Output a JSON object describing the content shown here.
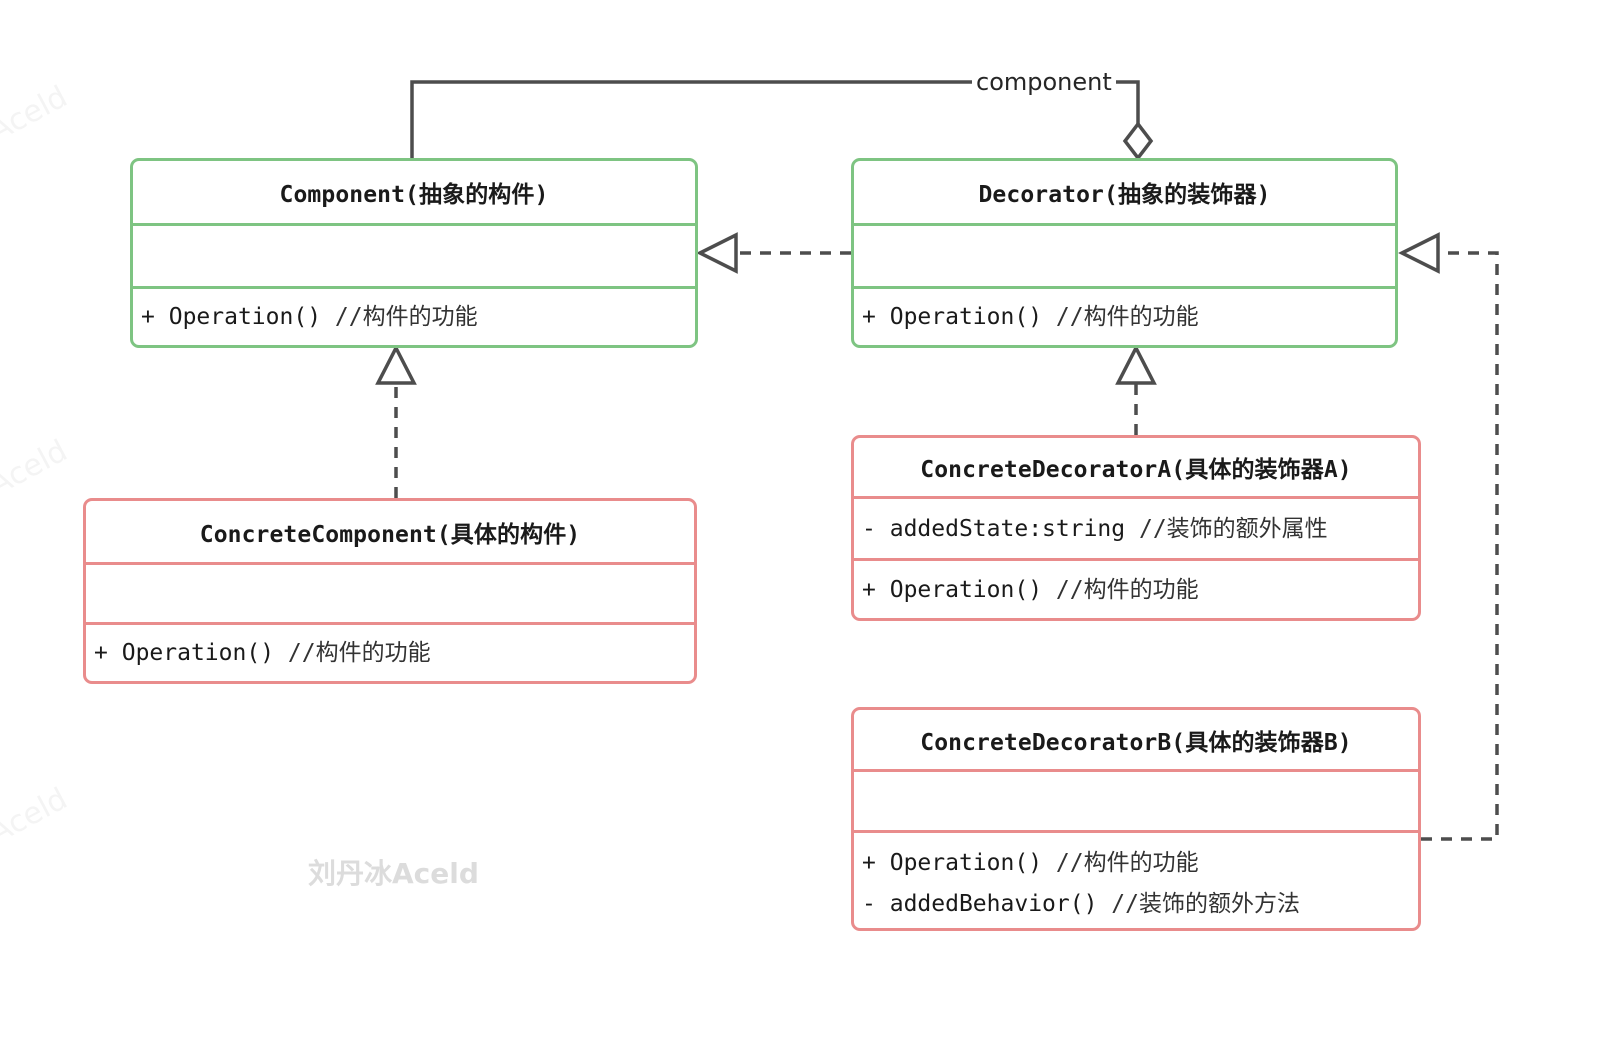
{
  "diagram": {
    "title": "Decorator Pattern Class Diagram",
    "colors": {
      "abstract_border": "#7EC482",
      "concrete_border": "#E98C8C",
      "edge": "#4d4d4d",
      "text": "#1a1a1a",
      "watermark": "#dcdcdc",
      "background": "#ffffff"
    },
    "classes": [
      {
        "id": "component",
        "name": "Component(抽象的构件)",
        "kind": "abstract",
        "color": "#7EC482",
        "attributes": [],
        "methods": [
          {
            "visibility": "+",
            "signature": "Operation()",
            "comment": "//构件的功能"
          }
        ]
      },
      {
        "id": "decorator",
        "name": "Decorator(抽象的装饰器)",
        "kind": "abstract",
        "color": "#7EC482",
        "attributes": [],
        "methods": [
          {
            "visibility": "+",
            "signature": "Operation()",
            "comment": "//构件的功能"
          }
        ]
      },
      {
        "id": "concrete-component",
        "name": "ConcreteComponent(具体的构件)",
        "kind": "concrete",
        "color": "#E98C8C",
        "attributes": [],
        "methods": [
          {
            "visibility": "+",
            "signature": "Operation()",
            "comment": "//构件的功能"
          }
        ]
      },
      {
        "id": "concrete-decorator-a",
        "name": "ConcreteDecoratorA(具体的装饰器A)",
        "kind": "concrete",
        "color": "#E98C8C",
        "attributes": [
          {
            "visibility": "-",
            "signature": "addedState:string",
            "comment": "//装饰的额外属性"
          }
        ],
        "methods": [
          {
            "visibility": "+",
            "signature": "Operation()",
            "comment": "//构件的功能"
          }
        ]
      },
      {
        "id": "concrete-decorator-b",
        "name": "ConcreteDecoratorB(具体的装饰器B)",
        "kind": "concrete",
        "color": "#E98C8C",
        "attributes": [],
        "methods": [
          {
            "visibility": "+",
            "signature": "Operation()",
            "comment": "//构件的功能"
          },
          {
            "visibility": "-",
            "signature": "addedBehavior()",
            "comment": "//装饰的额外方法"
          }
        ]
      }
    ],
    "relations": [
      {
        "id": "aggregation-decorator-component",
        "type": "aggregation",
        "from": "decorator",
        "to": "component",
        "label": "component",
        "style": "solid",
        "end_marker": "hollow-diamond"
      },
      {
        "id": "realization-decorator-component",
        "type": "realization",
        "from": "decorator",
        "to": "component",
        "label": "",
        "style": "dashed",
        "end_marker": "hollow-triangle"
      },
      {
        "id": "realization-concretecomponent-component",
        "type": "realization",
        "from": "concrete-component",
        "to": "component",
        "label": "",
        "style": "dashed",
        "end_marker": "hollow-triangle"
      },
      {
        "id": "realization-concretedecoratora-decorator",
        "type": "realization",
        "from": "concrete-decorator-a",
        "to": "decorator",
        "label": "",
        "style": "dashed",
        "end_marker": "hollow-triangle"
      },
      {
        "id": "realization-concretedecoratorb-decorator",
        "type": "realization",
        "from": "concrete-decorator-b",
        "to": "decorator",
        "label": "",
        "style": "dashed",
        "end_marker": "hollow-triangle"
      }
    ],
    "watermarks": {
      "center": "刘丹冰Aceld",
      "edge": "Aceld"
    }
  }
}
